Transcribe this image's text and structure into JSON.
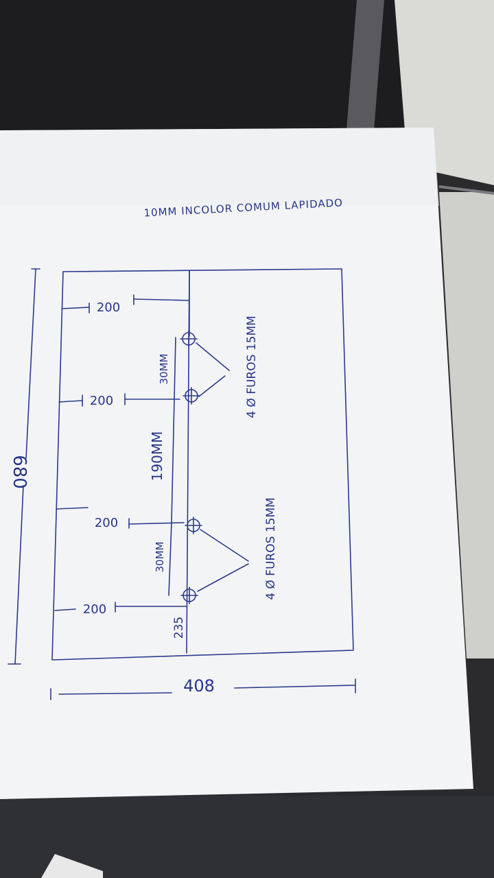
{
  "photo": {
    "subject": "hand-drawn glass panel sketch on paper",
    "colors": {
      "ink": "#2b3a8c",
      "paper": "#f4f5f7",
      "background_dark": "#2b2b2e",
      "background_light": "#dcdcd8"
    }
  },
  "drawing": {
    "title": "10MM INCOLOR COMUM LAPIDADO",
    "height_label": "680",
    "width_label": "408",
    "offsets": [
      "200",
      "200",
      "200",
      "200"
    ],
    "spacing_top": "30MM",
    "spacing_middle": "190MM",
    "spacing_bottom": "30MM",
    "bottom_offset": "235",
    "holes_upper_note": "4 Ø FUROS 15MM",
    "holes_lower_note": "4 Ø FUROS 15MM"
  }
}
